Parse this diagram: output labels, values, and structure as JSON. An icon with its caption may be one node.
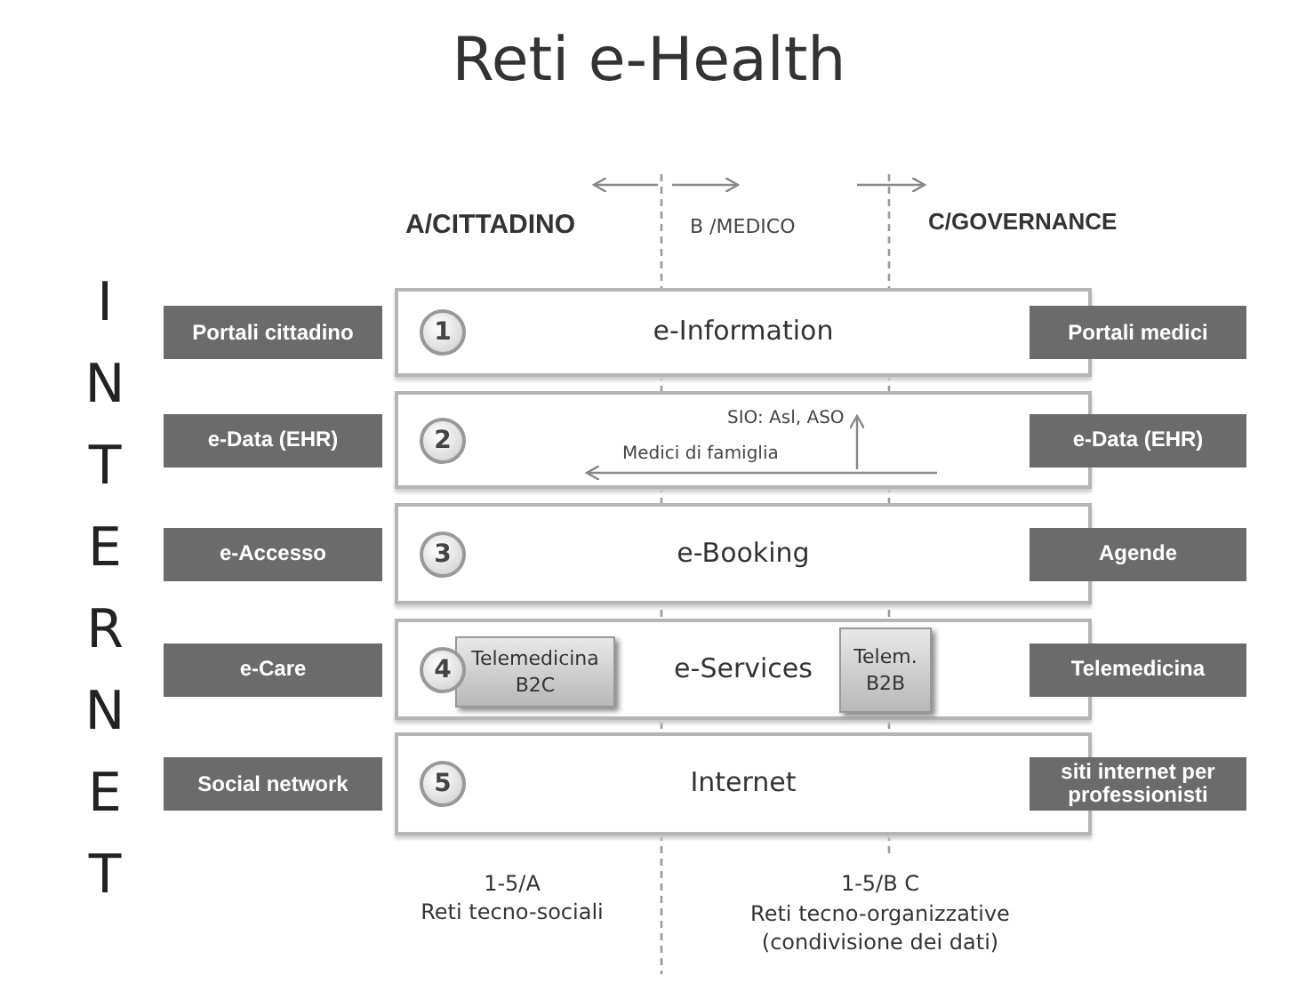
{
  "diagram": {
    "title": "Reti e-Health",
    "nodes": [
      {
        "text": [
          "Portali cittadino"
        ]
      },
      {
        "text": [
          "e-Information"
        ]
      },
      {
        "text": [
          "1"
        ],
        "in": 1
      },
      {
        "text": [
          "Portali medici"
        ]
      },
      {
        "text": [
          "e-Data (EHR)"
        ]
      },
      {
        "text": [
          "SIO: Asl, ASO",
          "Medici di famiglia"
        ]
      },
      {
        "text": [
          "2"
        ],
        "in": 5
      },
      {
        "text": [
          "e-Data (EHR)"
        ]
      },
      {
        "text": [
          "e-Accesso"
        ]
      },
      {
        "text": [
          "e-Booking"
        ]
      },
      {
        "text": [
          "3"
        ],
        "in": 9
      },
      {
        "text": [
          "Agende"
        ]
      },
      {
        "text": [
          "e-Care"
        ]
      },
      {
        "text": [
          "e-Services"
        ]
      },
      {
        "text": [
          "4"
        ],
        "in": 13
      },
      {
        "text": [
          "Telemedicina B2C"
        ],
        "in": 13
      },
      {
        "text": [
          "Telem. B2B"
        ],
        "in": 13
      },
      {
        "text": [
          "Telemedicina"
        ]
      },
      {
        "text": [
          "Social network"
        ]
      },
      {
        "text": [
          "Internet"
        ]
      },
      {
        "text": [
          "5"
        ],
        "in": 19
      },
      {
        "text": [
          "siti internet per professionisti"
        ]
      }
    ],
    "labels": [
      "INTERNET",
      "A/CITTADINO",
      "B /MEDICO",
      "C/GOVERNANCE",
      "1-5/A",
      "Reti tecno-sociali",
      "1-5/B C",
      "Reti tecno-organizzative (condivisione dei dati)"
    ]
  }
}
